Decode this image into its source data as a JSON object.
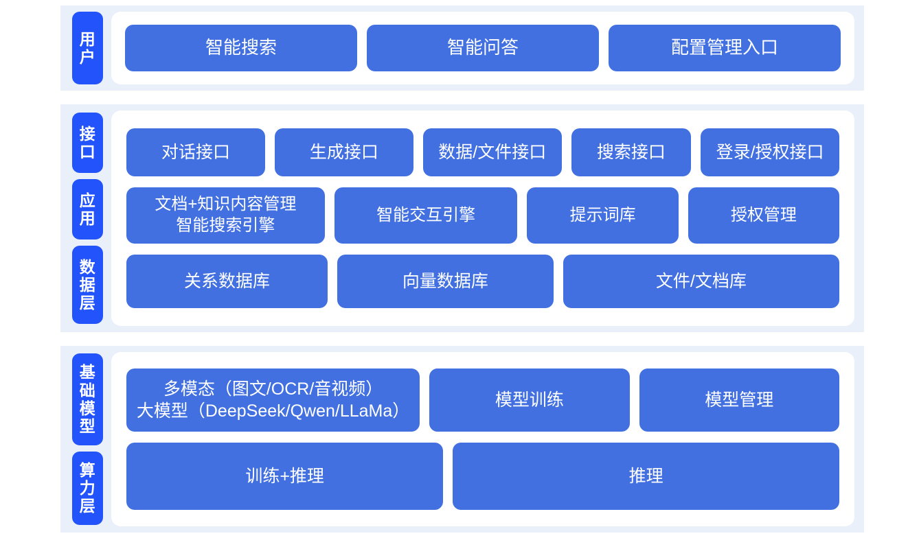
{
  "colors": {
    "page_background": "#ffffff",
    "band_background": "#eaf0f9",
    "card_background": "#ffffff",
    "tier_tab": "#2253fb",
    "node": "#4270e0",
    "node_text": "#ffffff"
  },
  "sections": [
    {
      "id": "user",
      "tiers": [
        "用户"
      ],
      "rows": [
        {
          "id": "user-entries",
          "nodes": [
            {
              "label": "智能搜索",
              "flex": 1
            },
            {
              "label": "智能问答",
              "flex": 1
            },
            {
              "label": "配置管理入口",
              "flex": 1
            }
          ]
        }
      ]
    },
    {
      "id": "platform",
      "tiers": [
        "接口",
        "应用",
        "数据层"
      ],
      "rows": [
        {
          "id": "interface",
          "nodes": [
            {
              "label": "对话接口",
              "flex": 1.06
            },
            {
              "label": "生成接口",
              "flex": 1.06
            },
            {
              "label": "数据/文件接口",
              "flex": 1.06
            },
            {
              "label": "搜索接口",
              "flex": 0.9
            },
            {
              "label": "登录/授权接口",
              "flex": 1.06
            }
          ]
        },
        {
          "id": "application",
          "nodes": [
            {
              "label": "文档+知识内容管理\n智能搜索引擎",
              "flex": 1.45
            },
            {
              "label": "智能交互引擎",
              "flex": 1.33
            },
            {
              "label": "提示词库",
              "flex": 1.08
            },
            {
              "label": "授权管理",
              "flex": 1.08
            }
          ]
        },
        {
          "id": "data",
          "nodes": [
            {
              "label": "关系数据库",
              "flex": 1
            },
            {
              "label": "向量数据库",
              "flex": 1.08
            },
            {
              "label": "文件/文档库",
              "flex": 1.4
            }
          ]
        }
      ]
    },
    {
      "id": "infra",
      "tiers": [
        "基础模型",
        "算力层"
      ],
      "rows": [
        {
          "id": "models",
          "nodes": [
            {
              "label": "多模态（图文/OCR/音视频）\n大模型（DeepSeek/Qwen/LLaMa）",
              "flex": 1.5
            },
            {
              "label": "模型训练",
              "flex": 1
            },
            {
              "label": "模型管理",
              "flex": 1
            }
          ]
        },
        {
          "id": "compute",
          "nodes": [
            {
              "label": "训练+推理",
              "flex": 1
            },
            {
              "label": "推理",
              "flex": 1.23
            }
          ]
        }
      ]
    }
  ]
}
